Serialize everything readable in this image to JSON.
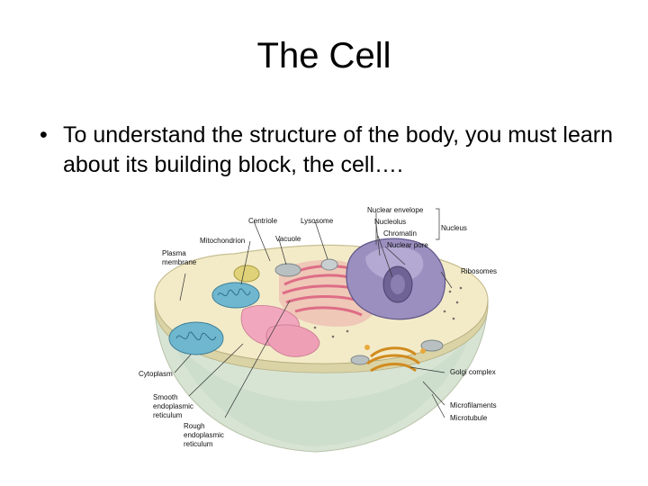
{
  "slide": {
    "title": "The Cell",
    "bullet_glyph": "•",
    "bullet": "To understand the structure of the body, you must learn about its building block, the cell…."
  },
  "diagram": {
    "labels": {
      "nuclear_envelope": "Nuclear envelope",
      "nucleolus": "Nucleolus",
      "chromatin": "Chromatin",
      "nuclear_pore": "Nuclear pore",
      "nucleus": "Nucleus",
      "centriole": "Centriole",
      "lysosome": "Lysosome",
      "mitochondrion": "Mitochondrion",
      "vacuole": "Vacuole",
      "plasma_membrane_1": "Plasma",
      "plasma_membrane_2": "membrane",
      "ribosomes": "Ribosomes",
      "cytoplasm": "Cytoplasm",
      "golgi_complex": "Golgi complex",
      "smooth_er_1": "Smooth",
      "smooth_er_2": "endoplasmic",
      "smooth_er_3": "reticulum",
      "microfilaments": "Microfilaments",
      "microtubule": "Microtubule",
      "rough_er_1": "Rough",
      "rough_er_2": "endoplasmic",
      "rough_er_3": "reticulum"
    },
    "colors": {
      "cytoplasm": "#f3ebc8",
      "rim": "#d9d3a6",
      "bowl": "#d7e4d4",
      "rough_er": "#e9869b",
      "smooth_er": "#f1a7bd",
      "nucleus": "#9a8fbf",
      "nucleolus": "#6f6294",
      "mitochondrion": "#6fb7cf",
      "golgi": "#e8a93c",
      "vacuole": "#b9c0c2"
    }
  }
}
